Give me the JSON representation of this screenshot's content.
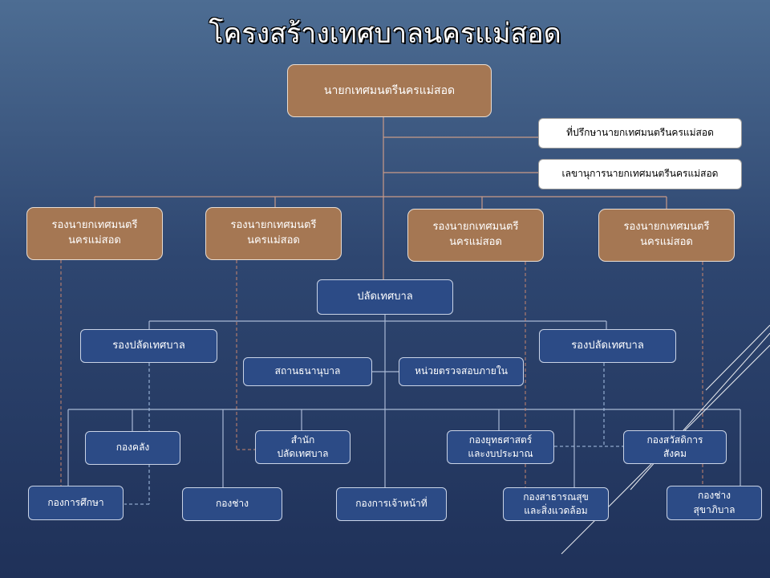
{
  "title": "โครงสร้างเทศบาลนครแม่สอด",
  "mayor": "นายกเทศมนตรีนครแม่สอด",
  "advisor": "ที่ปรึกษานายกเทศมนตรีนครแม่สอด",
  "secretary": "เลขานุการนายกเทศมนตรีนครแม่สอด",
  "deputy_mayors": [
    "รองนายกเทศมนตรี\nนครแม่สอด",
    "รองนายกเทศมนตรี\nนครแม่สอด",
    "รองนายกเทศมนตรี\nนครแม่สอด",
    "รองนายกเทศมนตรี\nนครแม่สอด"
  ],
  "clerk": "ปลัดเทศบาล",
  "deputy_clerks": [
    "รองปลัดเทศบาล",
    "รองปลัดเทศบาล"
  ],
  "pawnshop": "สถานธนานุบาล",
  "internal_audit": "หน่วยตรวจสอบภายใน",
  "divisions": {
    "treasury": "กองคลัง",
    "clerk_office": "สำนัก\nปลัดเทศบาล",
    "strategy": "กองยุทธศาสตร์\nและงบประมาณ",
    "welfare": "กองสวัสดิการ\nสังคม",
    "education": "กองการศึกษา",
    "engineering": "กองช่าง",
    "personnel": "กองการเจ้าหน้าที่",
    "public_health": "กองสาธารณสุข\nและสิ่งแวดล้อม",
    "sanitation_eng": "กองช่าง\nสุขาภิบาล"
  },
  "colors": {
    "brown_box": "#a57753",
    "blue_box": "#2c4b86",
    "connector": "#c99a88",
    "divider": "#a9b8d4"
  }
}
